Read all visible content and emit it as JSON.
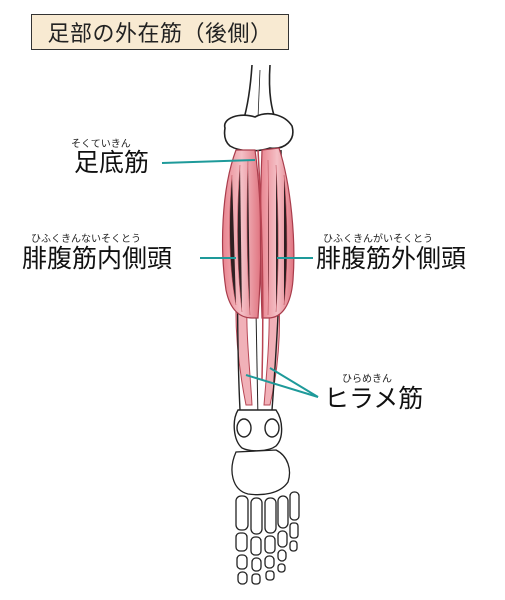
{
  "title": "足部の外在筋（後側）",
  "labels": {
    "plantaris": {
      "ruby": "そくていきん",
      "text": "足底筋"
    },
    "gastroc_medial": {
      "ruby": "ひふくきんないそくとう",
      "text": "腓腹筋内側頭"
    },
    "gastroc_lateral": {
      "ruby": "ひふくきんがいそくとう",
      "text": "腓腹筋外側頭"
    },
    "soleus": {
      "ruby": "ひらめきん",
      "text": "ヒラメ筋"
    }
  },
  "colors": {
    "leader_line": "#1e9a9a",
    "muscle": "#e06a78",
    "muscle_light": "#f2b3ba",
    "title_bg": "#f8ead2"
  }
}
